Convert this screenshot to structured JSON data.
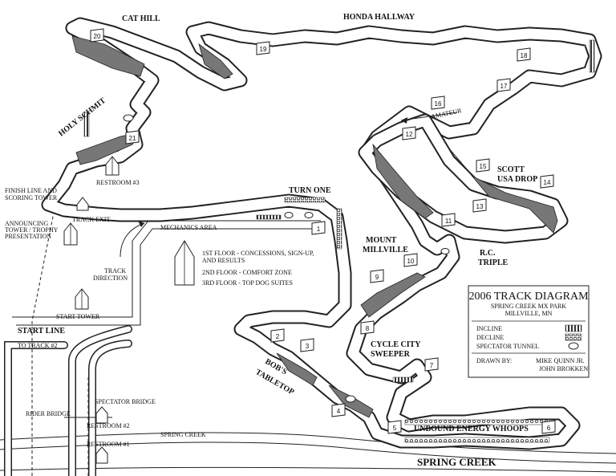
{
  "labels": {
    "cat_hill": "CAT HILL",
    "honda_hallway": "HONDA HALLWAY",
    "holy_schmit": "HOLY SCHMIT",
    "finish_line_1": "FINISH LINE AND",
    "finish_line_2": "SCORING TOWER",
    "restroom3": "RESTROOM #3",
    "announcing_1": "ANNOUNCING",
    "announcing_2": "TOWER / TROPHY",
    "announcing_3": "PRESENTATION",
    "track_exit": "TRACK EXIT",
    "mechanics_area": "MECHANICS AREA",
    "turn_one": "TURN ONE",
    "track_direction_1": "TRACK",
    "track_direction_2": "DIRECTION",
    "start_tower": "START TOWER",
    "start_line": "START LINE",
    "to_track2": "TO TRACK #2",
    "rider_bridge": "RIDER BRIDGE",
    "spectator_bridge": "SPECTATOR BRIDGE",
    "restroom2": "RESTROOM #2",
    "restroom1": "RESTROOM #1",
    "spring_creek_small": "SPRING CREEK",
    "spring_creek_large": "SPRING CREEK",
    "bobs_1": "BOB'S",
    "bobs_2": "TABLETOP",
    "cycle_city_1": "CYCLE CITY",
    "cycle_city_2": "SWEEPER",
    "unbound": "UNBOUND ENERGY WHOOPS",
    "mount_1": "MOUNT",
    "mount_2": "MILLVILLE",
    "scott_1": "SCOTT",
    "scott_2": "USA DROP",
    "rc_1": "R.C.",
    "rc_2": "TRIPLE",
    "amateur": "AMATEUR"
  },
  "tower_legend": [
    "1ST FLOOR - CONCESSIONS, SIGN-UP,",
    "AND RESULTS",
    "2ND FLOOR - COMFORT ZONE",
    "3RD FLOOR - TOP DOG SUITES"
  ],
  "info_box": {
    "title": "2006 TRACK DIAGRAM",
    "park": "SPRING CREEK MX PARK",
    "location": "MILLVILLE, MN",
    "legend": [
      {
        "label": "INCLINE",
        "pattern": "incline"
      },
      {
        "label": "DECLINE",
        "pattern": "decline"
      },
      {
        "label": "SPECTATOR TUNNEL",
        "pattern": "tunnel"
      }
    ],
    "drawn_by_label": "DRAWN BY:",
    "authors": [
      "MIKE QUINN JR.",
      "JOHN BROKKEN"
    ]
  },
  "markers": [
    "1",
    "2",
    "3",
    "4",
    "5",
    "6",
    "7",
    "8",
    "9",
    "10",
    "11",
    "12",
    "13",
    "14",
    "15",
    "16",
    "17",
    "18",
    "19",
    "20",
    "21"
  ]
}
